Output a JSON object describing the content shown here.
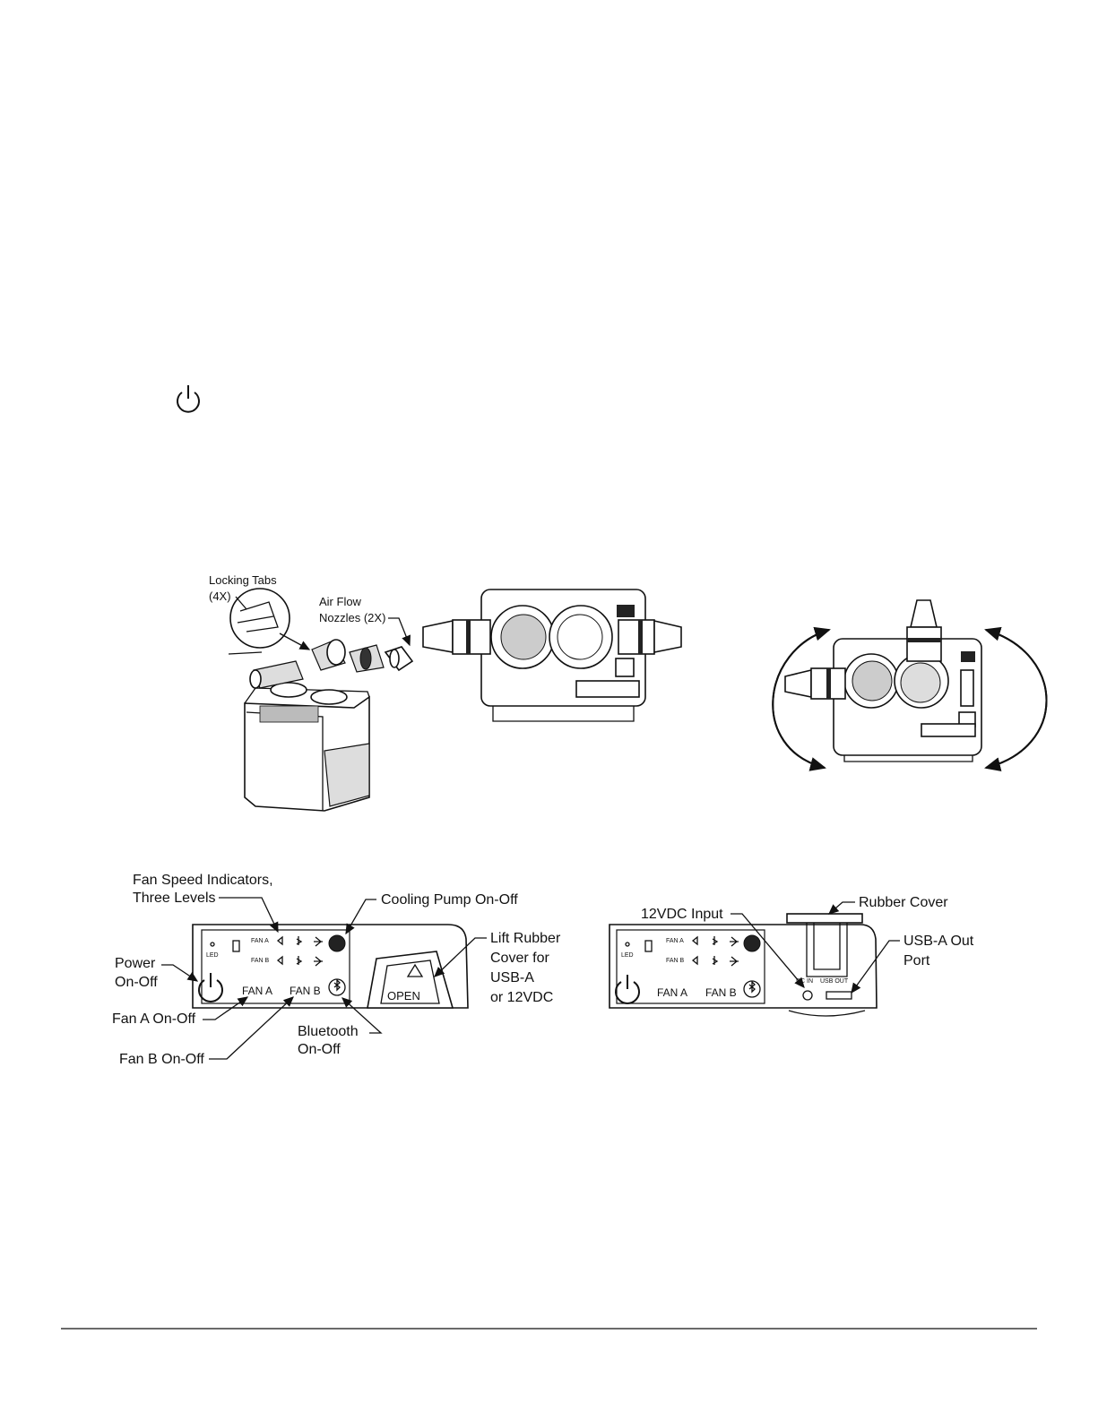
{
  "power_symbol": "power-icon",
  "figure1": {
    "locking_tabs_line1": "Locking Tabs",
    "locking_tabs_line2": "(4X)",
    "nozzles_line1": "Air Flow",
    "nozzles_line2": "Nozzles (2X)"
  },
  "panel_left": {
    "fan_speed_line1": "Fan Speed Indicators,",
    "fan_speed_line2": "Three Levels",
    "cooling_pump": "Cooling Pump On-Off",
    "power_line1": "Power",
    "power_line2": "On-Off",
    "fan_a_onoff": "Fan A On-Off",
    "fan_b_onoff": "Fan B On-Off",
    "bluetooth_line1": "Bluetooth",
    "bluetooth_line2": "On-Off",
    "lift_line1": "Lift Rubber",
    "lift_line2": "Cover for",
    "lift_line3": "USB-A",
    "lift_line4": "or 12VDC",
    "led": "LED",
    "fan_a_small": "FAN A",
    "fan_b_small": "FAN B",
    "fan_a_button": "FAN A",
    "fan_b_button": "FAN B",
    "open_button": "OPEN"
  },
  "panel_right": {
    "dc_input": "12VDC Input",
    "rubber_cover": "Rubber Cover",
    "usb_line1": "USB-A Out",
    "usb_line2": "Port",
    "led": "LED",
    "fan_a_small": "FAN A",
    "fan_b_small": "FAN B",
    "fan_a_button": "FAN A",
    "fan_b_button": "FAN B",
    "dc_in_label": "DC IN",
    "usb_out_label": "USB OUT"
  }
}
